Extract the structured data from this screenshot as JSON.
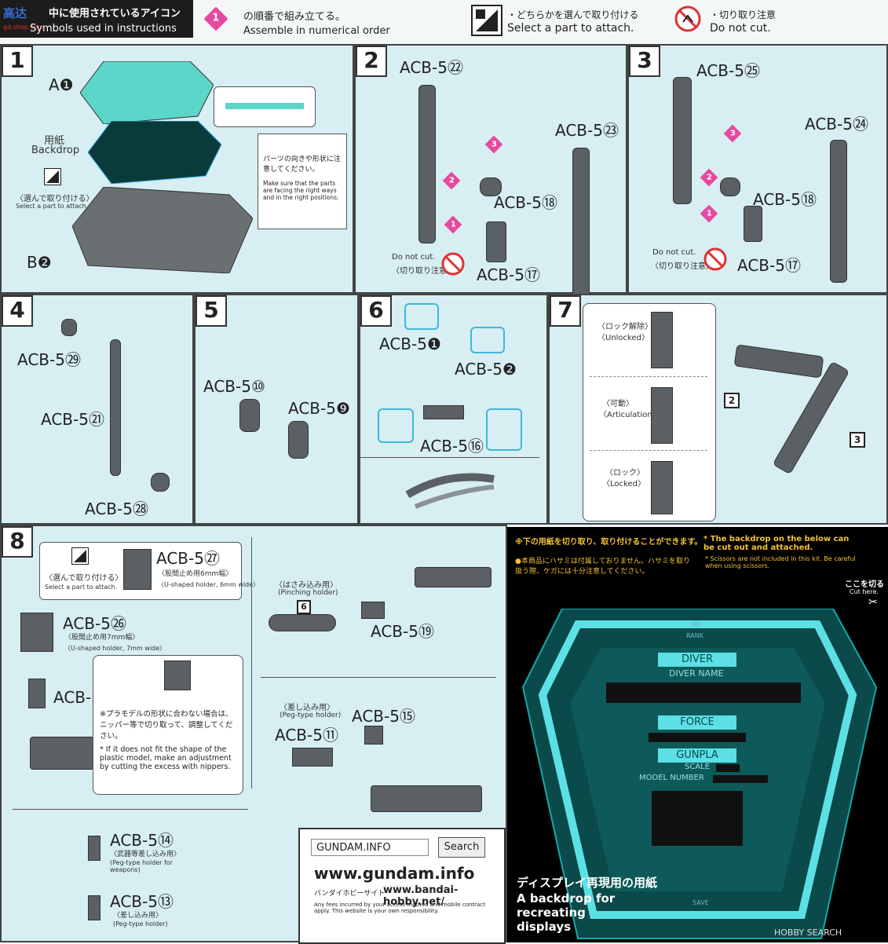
{
  "header": {
    "logo_text": "高达",
    "logo_sub": "gd.shop.com",
    "title_jp": "中に使用されているアイコン",
    "title_en": "Symbols used in instructions",
    "order_badge": "1",
    "order_jp": "の順番で組み立てる。",
    "order_en": "Assemble in numerical order",
    "select_jp": "・どちらかを選んで取り付ける",
    "select_en": "Select a part to attach.",
    "nocut_jp": "・切り取り注意",
    "nocut_en": "Do not cut."
  },
  "steps": {
    "s1": {
      "num": "1",
      "partA": "A❶",
      "backdrop_jp": "用紙",
      "backdrop_en": "Backdrop",
      "select_jp": "〈選んで取り付ける〉",
      "select_en": "Select a part to attach.",
      "partB": "B❷",
      "note_jp": "パーツの向きや形状に注意してください。",
      "note_en": "Make sure that the parts are facing the right ways and in the right positions."
    },
    "s2": {
      "num": "2",
      "p22": "ACB-5㉒",
      "p23": "ACB-5㉓",
      "p18": "ACB-5⑱",
      "p17": "ACB-5⑰",
      "nocut_en": "Do not cut.",
      "nocut_jp": "〈切り取り注意〉"
    },
    "s3": {
      "num": "3",
      "p25": "ACB-5㉕",
      "p24": "ACB-5㉔",
      "p18": "ACB-5⑱",
      "p17": "ACB-5⑰",
      "nocut_en": "Do not cut.",
      "nocut_jp": "〈切り取り注意〉"
    },
    "s4": {
      "num": "4",
      "p29": "ACB-5㉙",
      "p21": "ACB-5㉑",
      "p28": "ACB-5㉘"
    },
    "s5": {
      "num": "5",
      "p10": "ACB-5⑩",
      "p9": "ACB-5❾"
    },
    "s6": {
      "num": "6",
      "p1": "ACB-5❶",
      "p2": "ACB-5❷",
      "p16": "ACB-5⑯"
    },
    "s7": {
      "num": "7",
      "unlocked_jp": "〈ロック解除〉",
      "unlocked_en": "〈Unlocked〉",
      "artic_jp": "〈可動〉",
      "artic_en": "〈Articulation〉",
      "locked_jp": "〈ロック〉",
      "locked_en": "〈Locked〉",
      "box2": "2",
      "box3": "3"
    },
    "s8": {
      "num": "8",
      "select_jp": "〈選んで取り付ける〉",
      "select_en": "Select a part to attach.",
      "p27": "ACB-5㉗",
      "p27_jp": "〈股間止め用6mm幅〉",
      "p27_en": "〈U-shaped holder, 6mm wide〉",
      "p26": "ACB-5㉖",
      "p26_jp": "〈股間止め用7mm幅〉",
      "p26_en": "〈U-shaped holder, 7mm wide〉",
      "p19": "ACB-5⑲",
      "fit_jp": "※プラモデルの形状に合わない場合は、ニッパー等で切り取って、調整してください。",
      "fit_en": "* If it does not fit the shape of the plastic model, make an adjustment by cutting the excess with nippers.",
      "pinch_jp": "〈はさみ込み用〉",
      "pinch_en": "(Pinching holder)",
      "pinch_box": "6",
      "pinch_p19": "ACB-5⑲",
      "peg_jp": "〈差し込み用〉",
      "peg_en": "(Peg-type holder)",
      "p11": "ACB-5⑪",
      "p15": "ACB-5⑮",
      "p14": "ACB-5⑭",
      "p14_jp": "〈武器等差し込み用〉",
      "p14_en": "(Peg-type holder for weapons)",
      "p13": "ACB-5⑬",
      "p13_jp": "〈差し込み用〉",
      "p13_en": "(Peg-type holder)"
    }
  },
  "info": {
    "search_field": "GUNDAM.INFO",
    "search_btn": "Search",
    "url": "www.gundam.info",
    "bandai_label": "バンダイホビーサイト",
    "bandai_url": "www.bandai-hobby.net/",
    "fees": "Any fees incurred by your access method and mobile contract apply. This website is your own responsibility."
  },
  "backdrop_sheet": {
    "notice_jp": "※下の用紙を切り取り、取り付けることができます。",
    "notice_en": "* The backdrop on the below can be cut out and attached.",
    "scissors_jp": "●本商品にハサミは付属しておりません。ハサミを取り扱う際、ケガには十分注意してください。",
    "scissors_en": "* Scissors are not included in this kit. Be careful when using scissors.",
    "cut_jp": "ここを切る",
    "cut_en": "Cut here.",
    "diver": "DIVER",
    "diver_name": "DIVER NAME",
    "force": "FORCE",
    "gunpla": "GUNPLA",
    "scale": "SCALE",
    "model_number": "MODEL NUMBER",
    "title_jp": "ディスプレイ再現用の用紙",
    "title_en": "A backdrop for recreating displays",
    "watermark": "HOBBY SEARCH",
    "nr": "NR",
    "rank": "RANK",
    "save": "SAVE"
  }
}
